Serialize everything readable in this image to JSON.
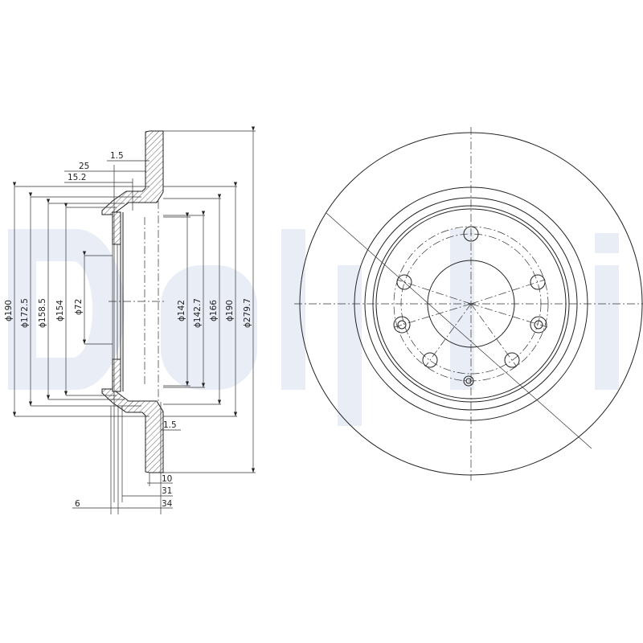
{
  "watermark": "Delphi",
  "cross_section": {
    "top_dims": [
      "1.5",
      "25",
      "15.2"
    ],
    "left_diameters": [
      "ϕ190",
      "ϕ172.5",
      "ϕ158.5",
      "ϕ154",
      "ϕ72"
    ],
    "right_diameters": [
      "ϕ142",
      "ϕ142.7",
      "ϕ166",
      "ϕ190",
      "ϕ279.7"
    ],
    "bottom_dims": [
      "1.5",
      "10",
      "31",
      "34",
      "6"
    ]
  },
  "front_view": {
    "bolt_holes": 5,
    "pilot_holes": 2,
    "set_screw_holes": 1
  },
  "colors": {
    "line": "#222222",
    "watermark": "#e9edf6"
  }
}
